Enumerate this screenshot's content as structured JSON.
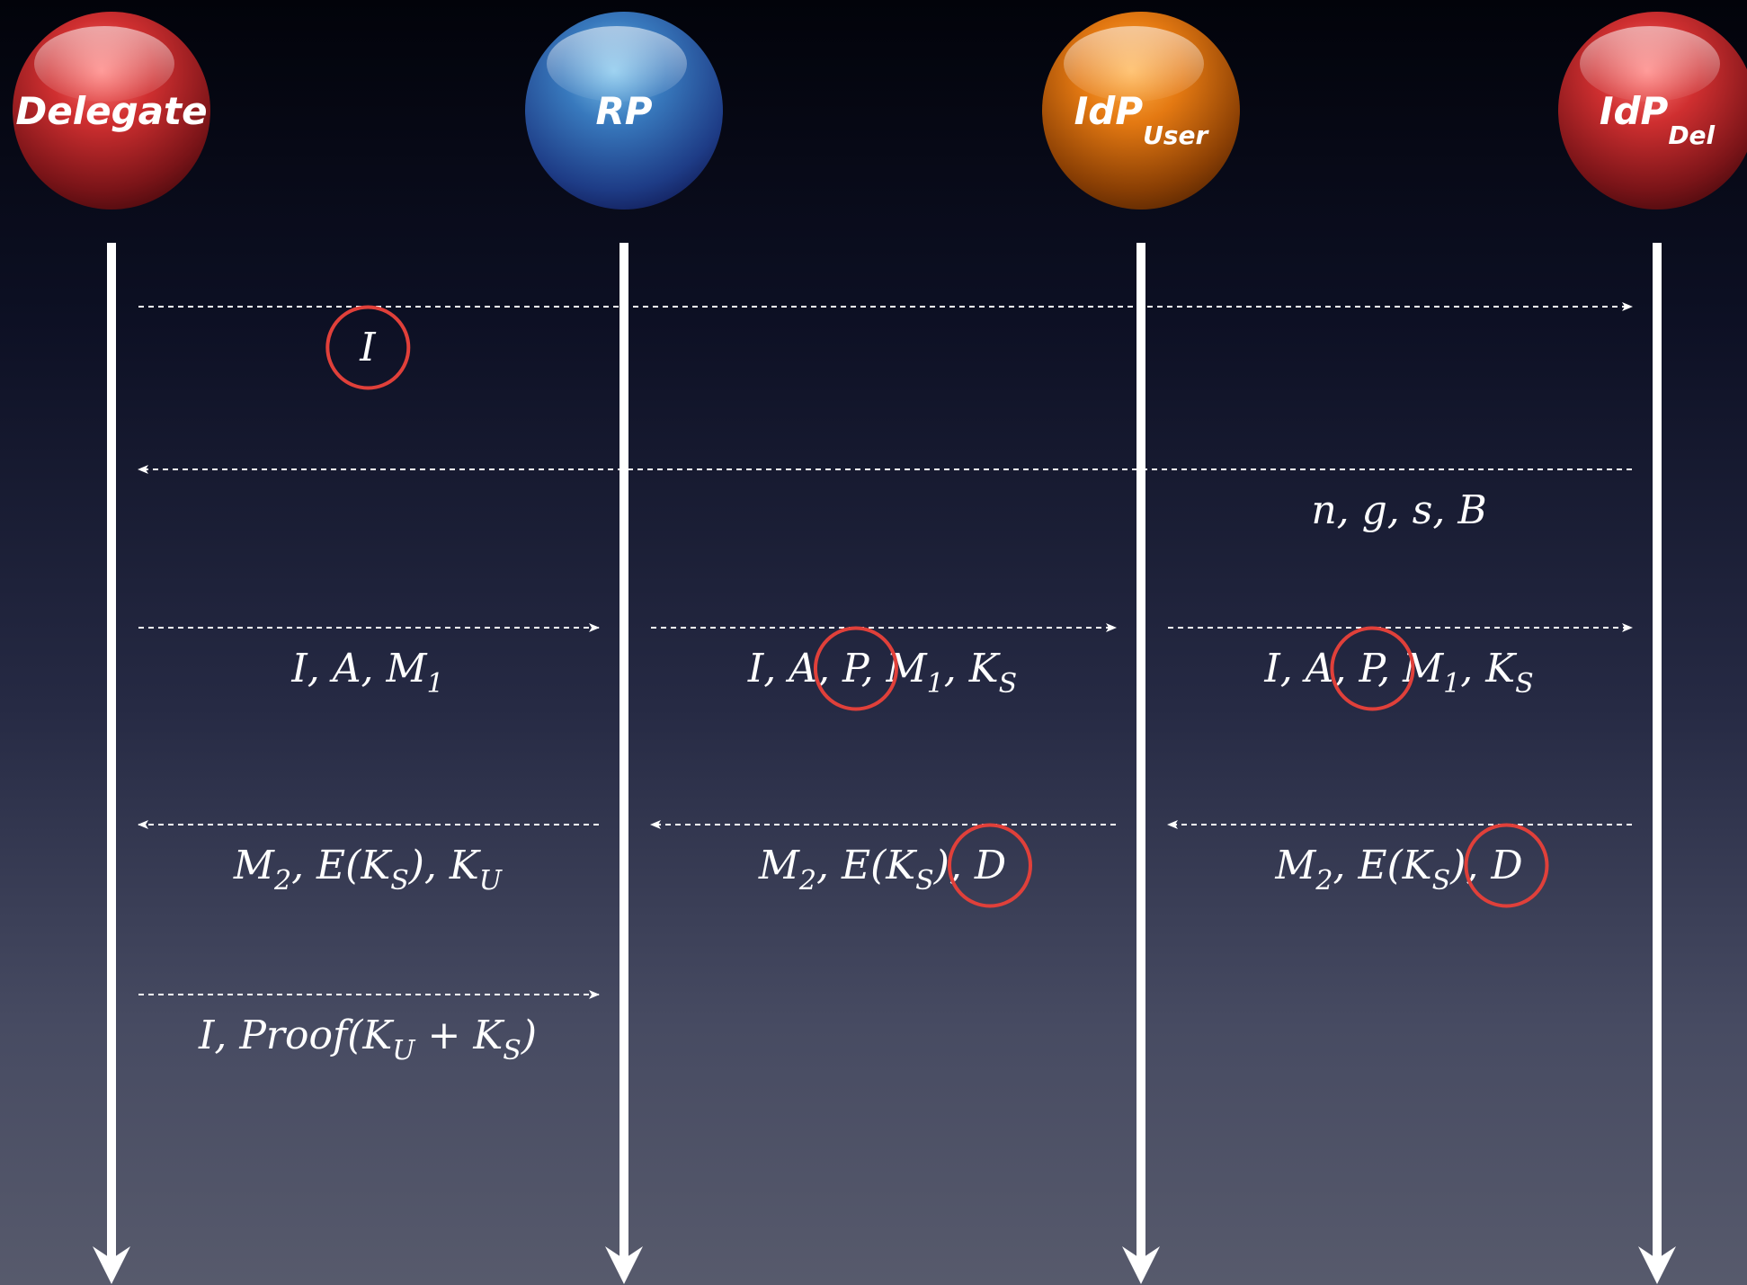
{
  "actors": [
    {
      "id": "delegate",
      "label": "Delegate",
      "sub": "",
      "color": "red"
    },
    {
      "id": "rp",
      "label": "RP",
      "sub": "",
      "color": "blue"
    },
    {
      "id": "idp-user",
      "label": "IdP",
      "sub": "User",
      "color": "orange"
    },
    {
      "id": "idp-del",
      "label": "IdP",
      "sub": "Del",
      "color": "red"
    }
  ],
  "messages": [
    {
      "id": "msg-1",
      "from": 0,
      "to": 3,
      "segments": "span",
      "labels": [
        {
          "col": 0,
          "parts": [
            [
              "I",
              ""
            ]
          ],
          "circled": [
            0
          ]
        }
      ]
    },
    {
      "id": "msg-2",
      "from": 3,
      "to": 0,
      "segments": "span",
      "labels": [
        {
          "col": 2,
          "parts": [
            [
              "n, g, s, B",
              ""
            ]
          ],
          "circled": []
        }
      ]
    },
    {
      "id": "msg-3",
      "from": 0,
      "to": 3,
      "segments": "hops",
      "labels": [
        {
          "col": 0,
          "parts": [
            [
              "I, A, M",
              "1"
            ]
          ],
          "circled": []
        },
        {
          "col": 1,
          "parts": [
            [
              "I, A, ",
              ""
            ],
            [
              "P",
              ""
            ],
            [
              ", M",
              "1"
            ],
            [
              ", K",
              "S"
            ]
          ],
          "circled": [
            1
          ]
        },
        {
          "col": 2,
          "parts": [
            [
              "I, A, ",
              ""
            ],
            [
              "P",
              ""
            ],
            [
              ", M",
              "1"
            ],
            [
              ", K",
              "S"
            ]
          ],
          "circled": [
            1
          ]
        }
      ]
    },
    {
      "id": "msg-4",
      "from": 3,
      "to": 0,
      "segments": "hops",
      "labels": [
        {
          "col": 0,
          "parts": [
            [
              "M",
              "2"
            ],
            [
              ", E(K",
              "S"
            ],
            [
              "), K",
              "U"
            ]
          ],
          "circled": []
        },
        {
          "col": 1,
          "parts": [
            [
              "M",
              "2"
            ],
            [
              ", E(K",
              "S"
            ],
            [
              "), ",
              ""
            ],
            [
              "D",
              ""
            ]
          ],
          "circled": [
            3
          ]
        },
        {
          "col": 2,
          "parts": [
            [
              "M",
              "2"
            ],
            [
              ", E(K",
              "S"
            ],
            [
              "), ",
              ""
            ],
            [
              "D",
              ""
            ]
          ],
          "circled": [
            3
          ]
        }
      ]
    },
    {
      "id": "msg-5",
      "from": 0,
      "to": 1,
      "segments": "hops",
      "labels": [
        {
          "col": 0,
          "parts": [
            [
              "I, Proof(K",
              "U"
            ],
            [
              " + K",
              "S"
            ],
            [
              ")",
              ""
            ]
          ],
          "circled": []
        }
      ]
    }
  ],
  "colors": {
    "lifeline": "#ffffff",
    "arrow": "#ffffff",
    "highlight": "#e0403a",
    "red": "#b3242a",
    "blue": "#2f5fa6",
    "orange": "#cf6a10"
  }
}
